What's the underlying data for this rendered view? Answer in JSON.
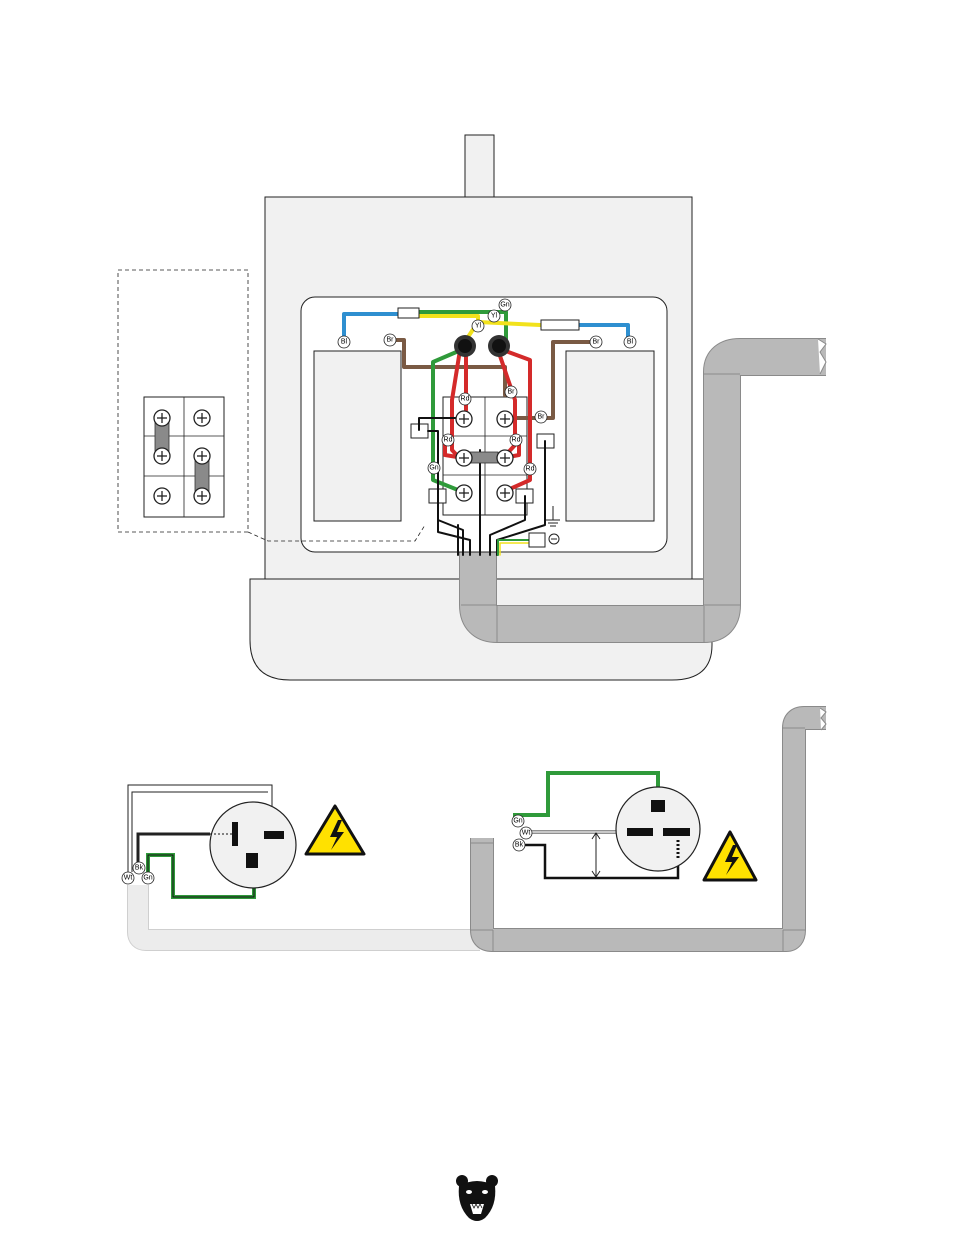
{
  "wire_labels": {
    "blue": "Bl",
    "brown": "Br",
    "green": "Gn",
    "yellow": "Yl",
    "red": "Rd",
    "white": "Wt",
    "black": "Bk"
  },
  "colors": {
    "blue": "#2e8fd0",
    "brown": "#7a5a44",
    "green": "#2f9a3a",
    "yellow": "#f2e21c",
    "red": "#d42a2a",
    "conduit": "#b9b9b9",
    "conduit_light": "#ececec",
    "panel": "#f1f1f1",
    "warning": "#ffe100"
  },
  "icons": [
    "high-voltage-warning-icon",
    "ground-symbol-icon",
    "bear-logo-icon"
  ]
}
